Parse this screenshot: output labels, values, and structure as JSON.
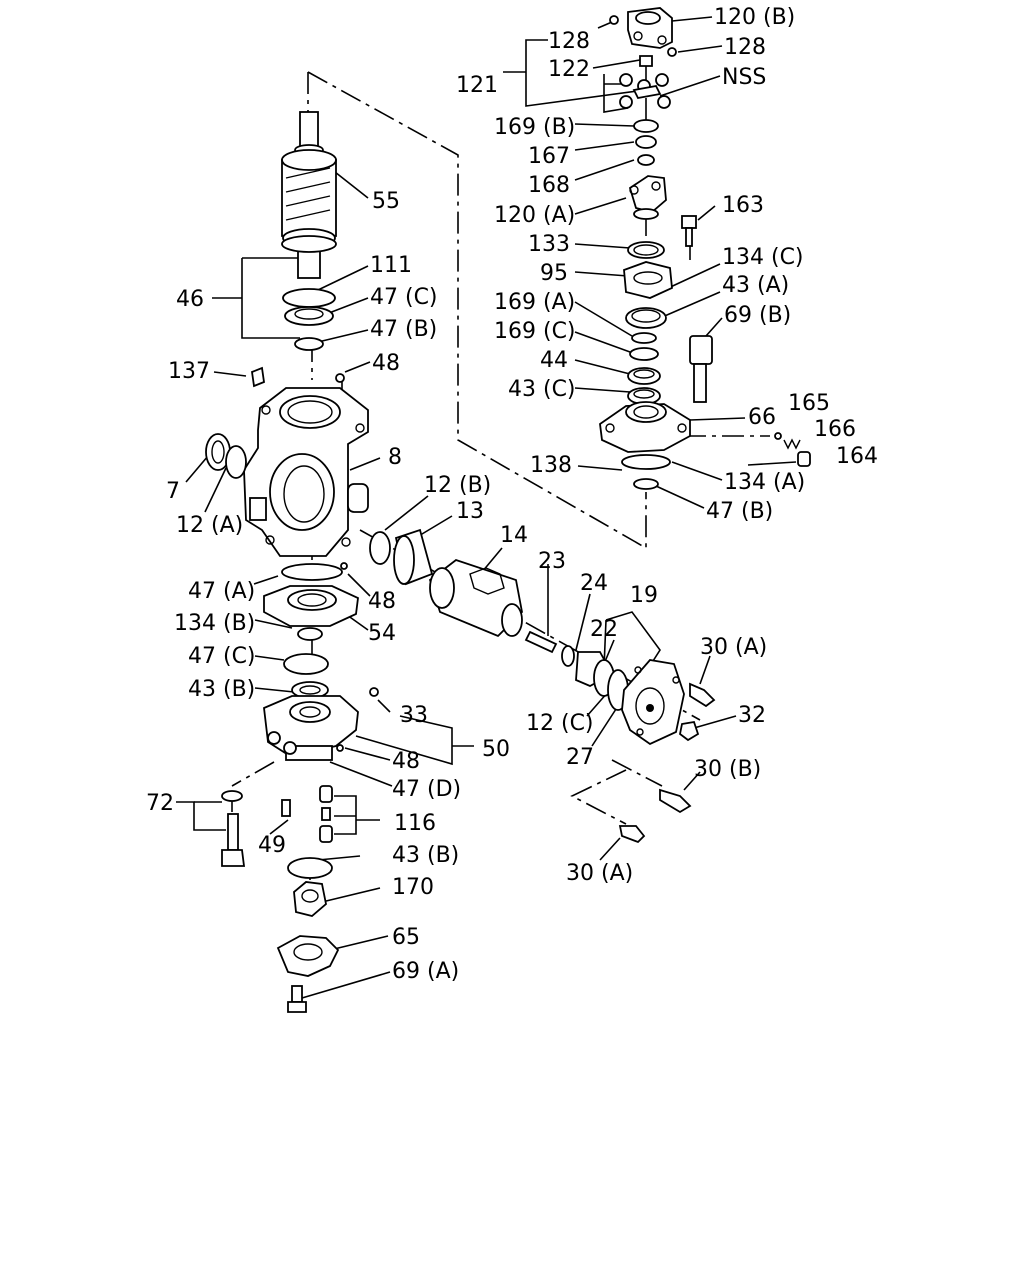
{
  "diagram": {
    "callouts": {
      "p120b": "120 (B)",
      "p128a": "128",
      "p128b": "128",
      "p121": "121",
      "p122": "122",
      "pnss": "NSS",
      "p169b": "169 (B)",
      "p167": "167",
      "p168": "168",
      "p120a": "120 (A)",
      "p163": "163",
      "p133": "133",
      "p95": "95",
      "p134c": "134 (C)",
      "p43a": "43 (A)",
      "p169a": "169 (A)",
      "p69b": "69 (B)",
      "p169c": "169 (C)",
      "p44": "44",
      "p43c": "43 (C)",
      "p165": "165",
      "p66": "66",
      "p166": "166",
      "p164": "164",
      "p138": "138",
      "p134a": "134 (A)",
      "p47b2": "47 (B)",
      "p55": "55",
      "p111": "111",
      "p46": "46",
      "p47c": "47 (C)",
      "p47b": "47 (B)",
      "p137": "137",
      "p48a": "48",
      "p8": "8",
      "p7": "7",
      "p12a": "12 (A)",
      "p12b": "12 (B)",
      "p13": "13",
      "p14": "14",
      "p23": "23",
      "p24": "24",
      "p19": "19",
      "p22": "22",
      "p47a": "47 (A)",
      "p48b": "48",
      "p134b": "134 (B)",
      "p54": "54",
      "p47c2": "47 (C)",
      "p43b": "43 (B)",
      "p30a": "30 (A)",
      "p32": "32",
      "p12c": "12 (C)",
      "p27": "27",
      "p33": "33",
      "p50": "50",
      "p48c": "48",
      "p47d": "47 (D)",
      "p30b": "30 (B)",
      "p72": "72",
      "p116": "116",
      "p49": "49",
      "p43b2": "43 (B)",
      "p30a2": "30 (A)",
      "p170": "170",
      "p65": "65",
      "p69a": "69 (A)"
    }
  }
}
